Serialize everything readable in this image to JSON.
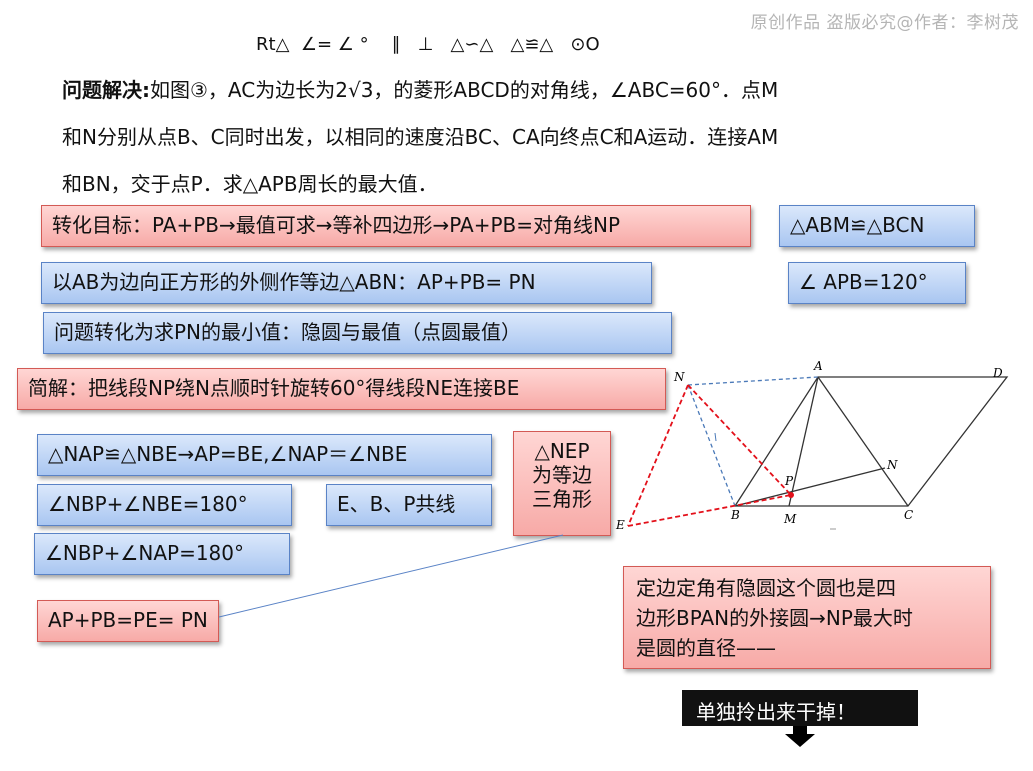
{
  "watermark": "原创作品 盗版必究@作者：李树茂",
  "symbols_line": "Rt△  ∠= ∠ °    ∥   ⊥   △∽△   △≌△   ⊙O",
  "problem": {
    "heading": "问题解决:",
    "line1": "如图③，AC为边长为2√3，的菱形ABCD的对角线，∠ABC=60°．点M",
    "line2": "和N分别从点B、C同时出发，以相同的速度沿BC、CA向终点C和A运动．连接AM",
    "line3": "和BN，交于点P．求△APB周长的最大值．"
  },
  "boxes": {
    "goal": "转化目标：PA+PB→最值可求→等补四边形→PA+PB=对角线NP",
    "congruent_abm_bcn": "△ABM≌△BCN",
    "angle_apb": "∠ APB=120°",
    "equilateral": "以AB为边向正方形的外侧作等边△ABN：AP+PB= PN",
    "convert": "问题转化为求PN的最小值：隐圆与最值（点圆最值）",
    "brief": "简解：把线段NP绕N点顺时针旋转60°得线段NE连接BE",
    "congruent_nap_nbe": "△NAP≌△NBE→AP=BE,∠NAP＝∠NBE",
    "nbp_nbe": "∠NBP+∠NBE=180°",
    "collinear": "E、B、P共线",
    "nep_line1": "△NEP",
    "nep_line2": "为等边",
    "nep_line3": "三角形",
    "nbp_nap": "∠NBP+∠NAP=180°",
    "sum_pe": "AP+PB=PE= PN",
    "circle_line1": "定边定角有隐圆这个圆也是四",
    "circle_line2": "边形BPAN的外接圆→NP最大时",
    "circle_line3": "是圆的直径——",
    "action_button": "单独拎出来干掉！"
  },
  "figure": {
    "labels": {
      "N": "N",
      "A": "A",
      "D": "D",
      "P": "P",
      "N2": "N",
      "E": "E",
      "B": "B",
      "M": "M",
      "C": "C"
    }
  }
}
